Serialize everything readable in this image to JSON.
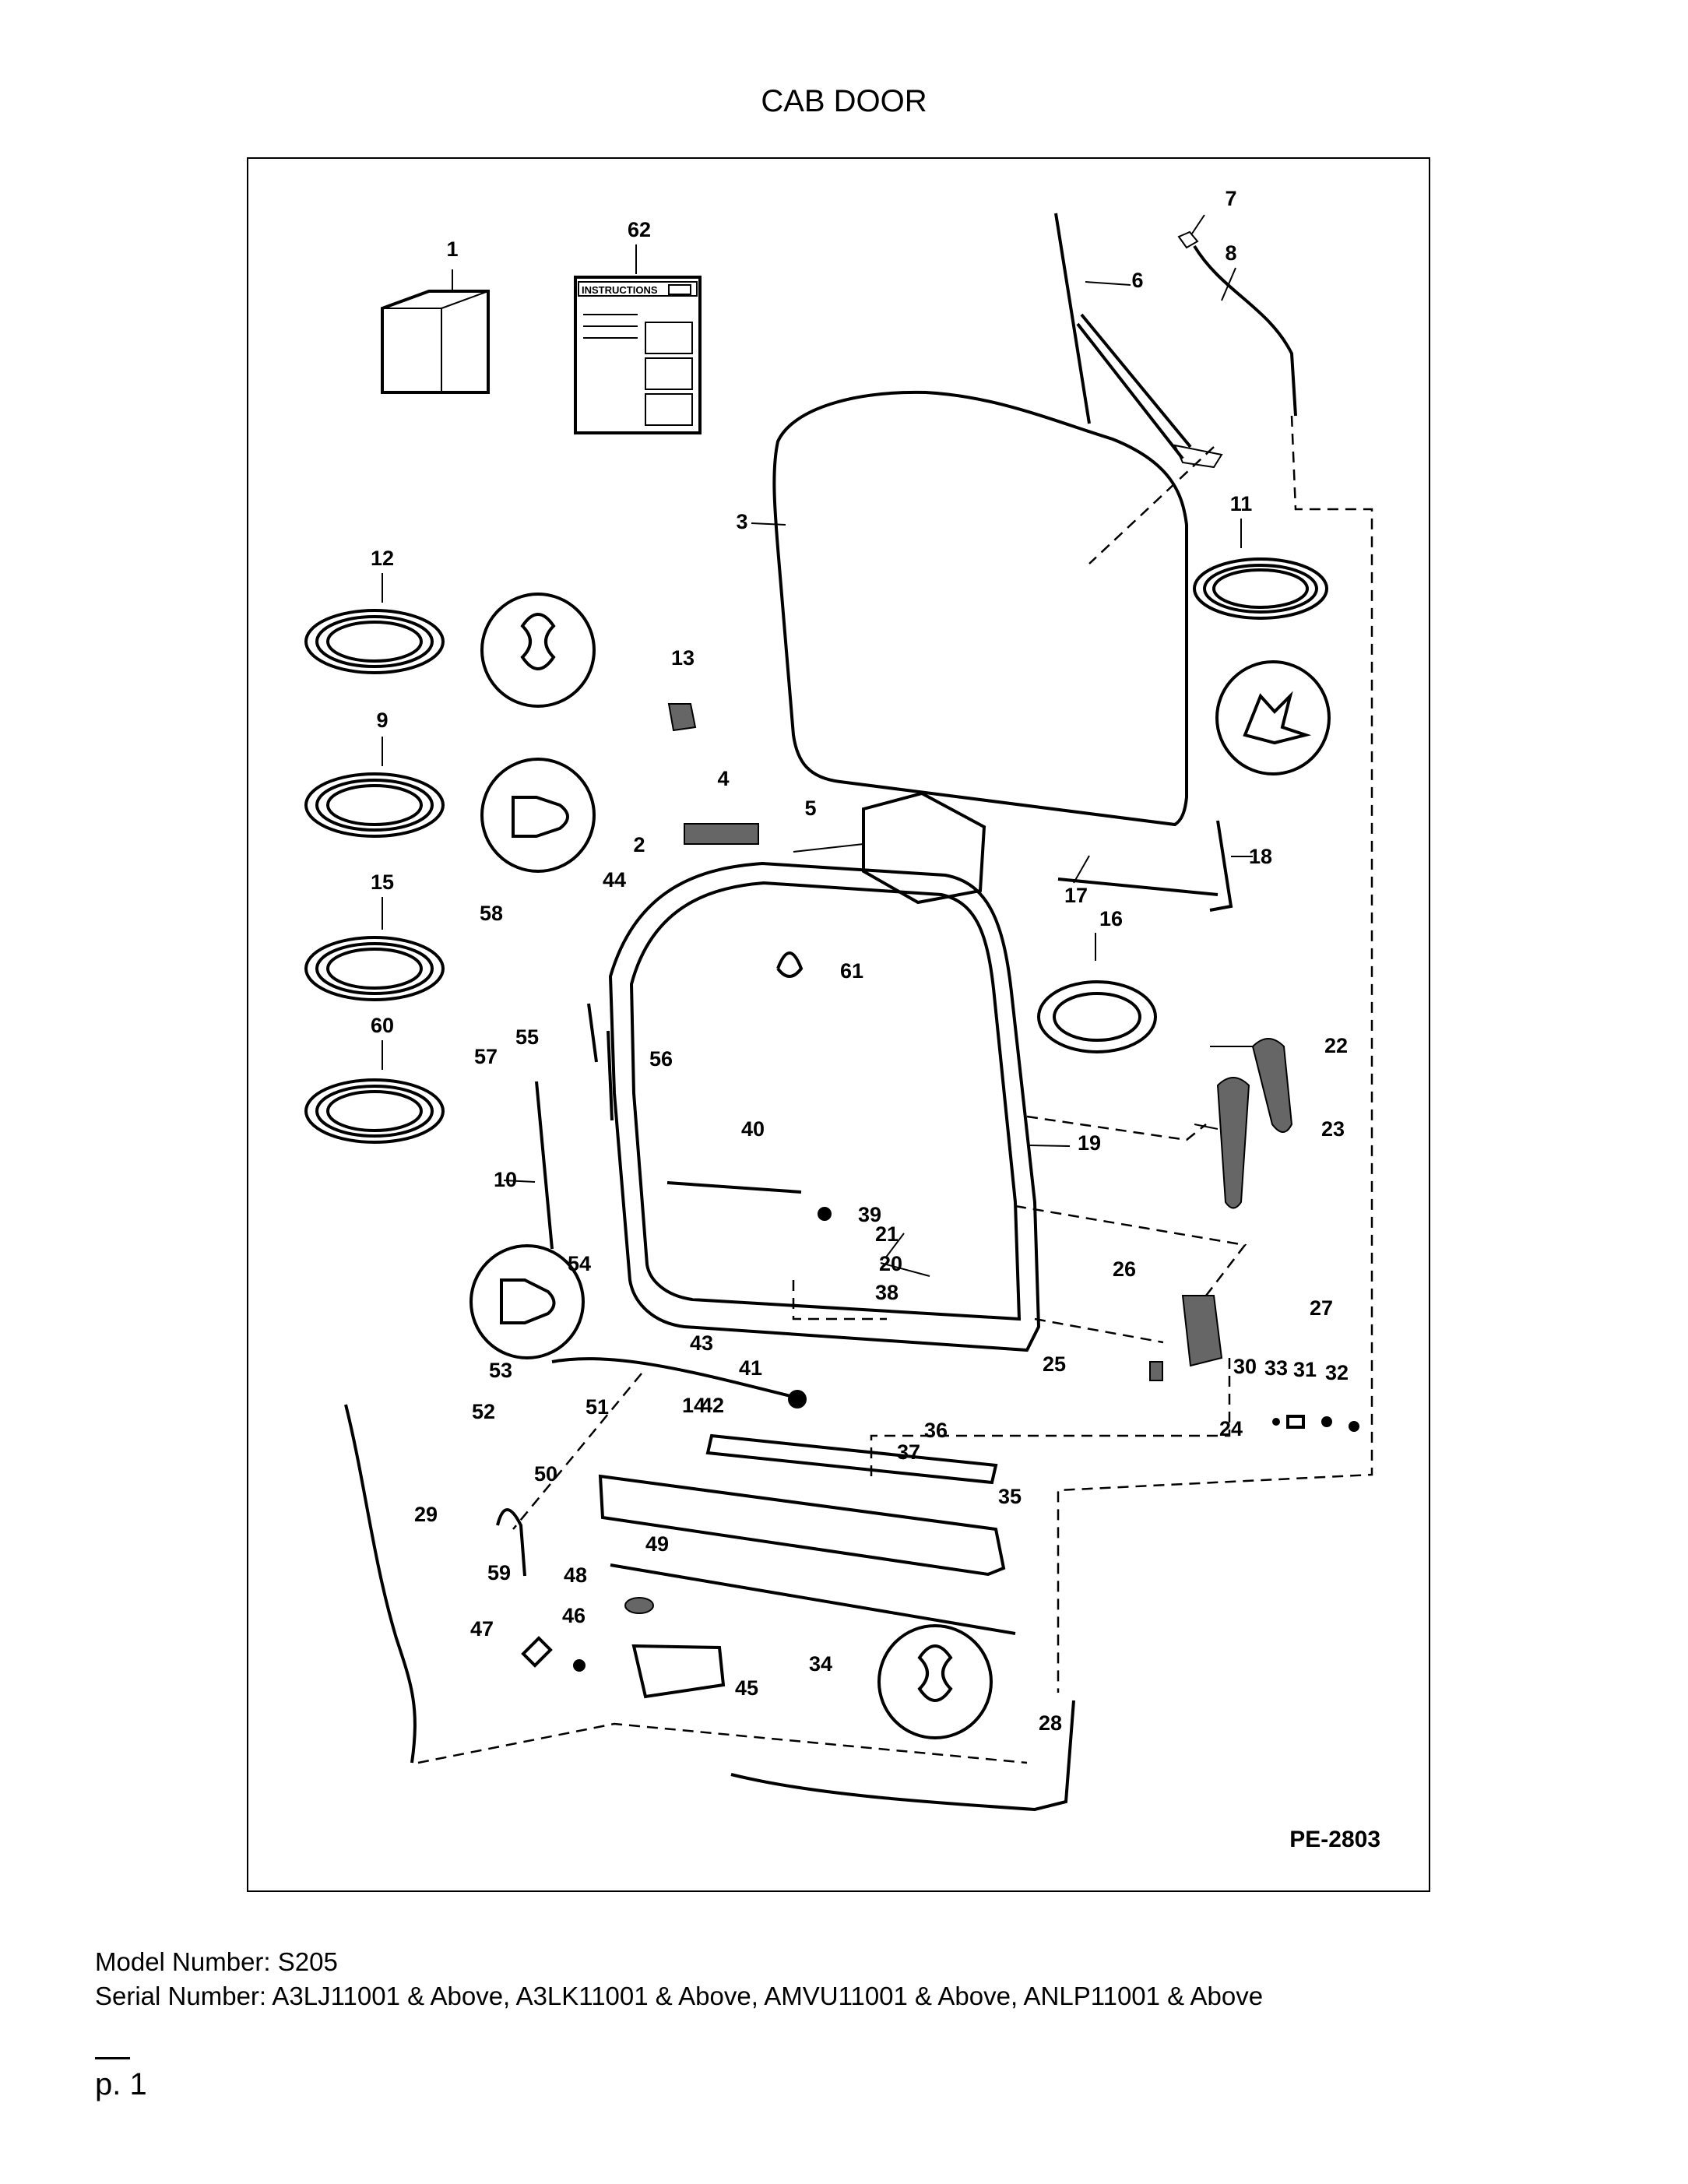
{
  "title": "CAB DOOR",
  "diagram_id": "PE-2803",
  "instructions_label": "INSTRUCTIONS",
  "callouts": [
    "1",
    "2",
    "3",
    "4",
    "5",
    "6",
    "7",
    "8",
    "9",
    "10",
    "11",
    "12",
    "13",
    "14",
    "15",
    "16",
    "17",
    "18",
    "19",
    "20",
    "21",
    "22",
    "23",
    "24",
    "25",
    "26",
    "27",
    "28",
    "29",
    "30",
    "31",
    "32",
    "33",
    "34",
    "35",
    "36",
    "37",
    "38",
    "39",
    "40",
    "41",
    "42",
    "43",
    "44",
    "45",
    "46",
    "47",
    "48",
    "49",
    "50",
    "51",
    "52",
    "53",
    "54",
    "55",
    "56",
    "57",
    "58",
    "59",
    "60",
    "61",
    "62"
  ],
  "footer": {
    "model_line": "Model Number: S205",
    "serial_line": "Serial Number: A3LJ11001 & Above, A3LK11001 & Above, AMVU11001 & Above, ANLP11001 & Above"
  },
  "page_number": "p. 1"
}
